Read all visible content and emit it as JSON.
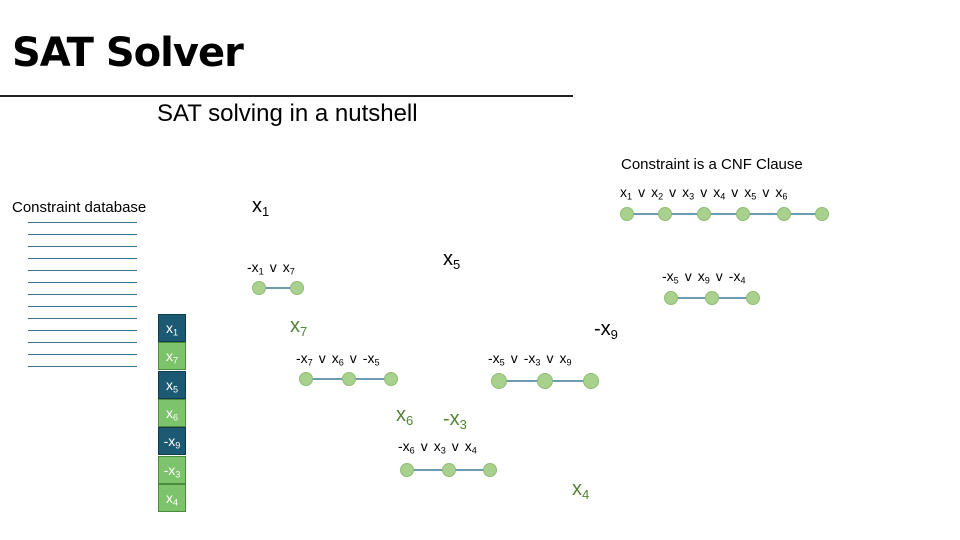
{
  "title": "SAT Solver",
  "subtitle": "SAT solving in a nutshell",
  "database": {
    "label": "Constraint database",
    "line_count": 13
  },
  "cnf_caption": "Constraint is a CNF Clause",
  "trail": [
    {
      "neg": "",
      "var": "x",
      "sub": "1",
      "kind": "decision"
    },
    {
      "neg": "",
      "var": "x",
      "sub": "7",
      "kind": "implied"
    },
    {
      "neg": "",
      "var": "x",
      "sub": "5",
      "kind": "decision"
    },
    {
      "neg": "",
      "var": "x",
      "sub": "6",
      "kind": "implied"
    },
    {
      "neg": "-",
      "var": "x",
      "sub": "9",
      "kind": "decision"
    },
    {
      "neg": "-",
      "var": "x",
      "sub": "3",
      "kind": "implied"
    },
    {
      "neg": "",
      "var": "x",
      "sub": "4",
      "kind": "implied"
    }
  ],
  "literals": [
    {
      "neg": "",
      "var": "x",
      "sub": "1",
      "kind": "decision"
    },
    {
      "neg": "",
      "var": "x",
      "sub": "5",
      "kind": "decision"
    },
    {
      "neg": "-",
      "var": "x",
      "sub": "9",
      "kind": "decision"
    },
    {
      "neg": "",
      "var": "x",
      "sub": "7",
      "kind": "implied"
    },
    {
      "neg": "",
      "var": "x",
      "sub": "6",
      "kind": "implied"
    },
    {
      "neg": "-",
      "var": "x",
      "sub": "3",
      "kind": "implied"
    },
    {
      "neg": "",
      "var": "x",
      "sub": "4",
      "kind": "implied"
    }
  ],
  "or_symbol": "v",
  "clauses": [
    {
      "terms": [
        {
          "neg": "-",
          "var": "x",
          "sub": "1"
        },
        {
          "neg": "",
          "var": "x",
          "sub": "7"
        }
      ]
    },
    {
      "terms": [
        {
          "neg": "-",
          "var": "x",
          "sub": "7"
        },
        {
          "neg": "",
          "var": "x",
          "sub": "6"
        },
        {
          "neg": "-",
          "var": "x",
          "sub": "5"
        }
      ]
    },
    {
      "terms": [
        {
          "neg": "-",
          "var": "x",
          "sub": "5"
        },
        {
          "neg": "-",
          "var": "x",
          "sub": "3"
        },
        {
          "neg": "",
          "var": "x",
          "sub": "9"
        }
      ]
    },
    {
      "terms": [
        {
          "neg": "-",
          "var": "x",
          "sub": "6"
        },
        {
          "neg": "",
          "var": "x",
          "sub": "3"
        },
        {
          "neg": "",
          "var": "x",
          "sub": "4"
        }
      ]
    },
    {
      "terms": [
        {
          "neg": "",
          "var": "x",
          "sub": "1"
        },
        {
          "neg": "",
          "var": "x",
          "sub": "2"
        },
        {
          "neg": "",
          "var": "x",
          "sub": "3"
        },
        {
          "neg": "",
          "var": "x",
          "sub": "4"
        },
        {
          "neg": "",
          "var": "x",
          "sub": "5"
        },
        {
          "neg": "",
          "var": "x",
          "sub": "6"
        }
      ]
    },
    {
      "terms": [
        {
          "neg": "-",
          "var": "x",
          "sub": "5"
        },
        {
          "neg": "",
          "var": "x",
          "sub": "9"
        },
        {
          "neg": "-",
          "var": "x",
          "sub": "4"
        }
      ]
    }
  ]
}
